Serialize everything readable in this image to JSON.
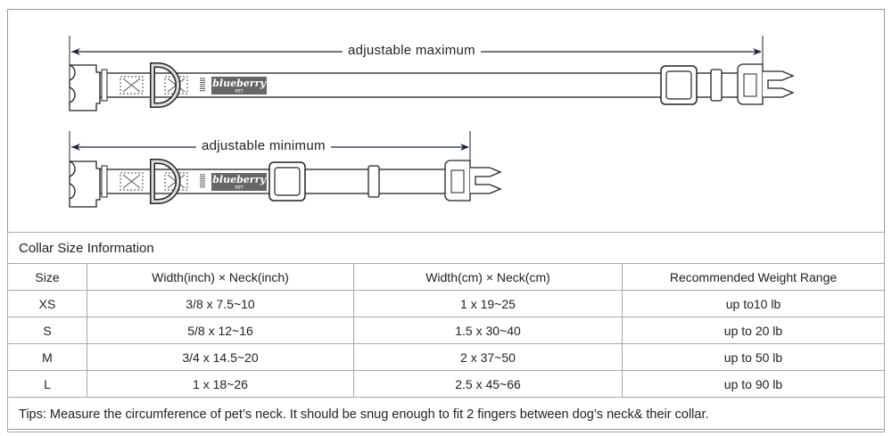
{
  "diagram": {
    "max_label": "adjustable maximum",
    "min_label": "adjustable minimum",
    "brand": "blueberry",
    "brand_sub": "PET",
    "colors": {
      "line": "#222222",
      "arrow": "#1f2340",
      "tag": "#666666"
    }
  },
  "table": {
    "title": "Collar Size Information",
    "headers": [
      "Size",
      "Width(inch)  × Neck(inch)",
      "Width(cm)  × Neck(cm)",
      "Recommended Weight Range"
    ],
    "rows": [
      [
        "XS",
        "3/8 x 7.5~10",
        "1 x 19~25",
        "up to10 lb"
      ],
      [
        "S",
        "5/8 x 12~16",
        "1.5 x 30~40",
        "up to 20 lb"
      ],
      [
        "M",
        "3/4 x 14.5~20",
        "2 x 37~50",
        "up to 50 lb"
      ],
      [
        "L",
        "1 x 18~26",
        "2.5 x 45~66",
        "up to 90 lb"
      ]
    ],
    "tips": "Tips: Measure the circumference of pet’s neck. It should be snug enough to fit 2 fingers between dog’s neck& their collar."
  }
}
